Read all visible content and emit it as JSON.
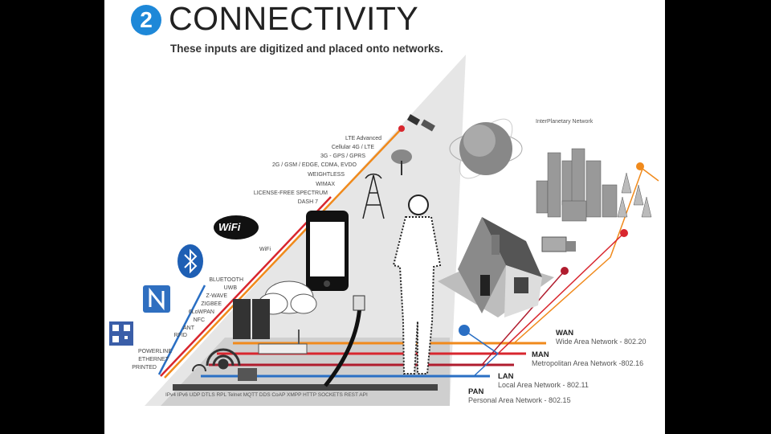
{
  "header": {
    "step_number": "2",
    "title": "CONNECTIVITY",
    "subtitle": "These inputs are digitized and placed onto networks."
  },
  "wireless_labels": [
    "LTE Advanced",
    "Cellular 4G / LTE",
    "3G - GPS / GPRS",
    "2G / GSM / EDGE, CDMA, EVDO",
    "WEIGHTLESS",
    "WIMAX",
    "LICENSE-FREE SPECTRUM",
    "DASH 7"
  ],
  "wifi_label": "WiFi",
  "wifi_logo": "WiFi",
  "short_range_labels": [
    "BLUETOOTH",
    "UWB",
    "Z-WAVE",
    "ZIGBEE",
    "6LoWPAN",
    "NFC",
    "ANT",
    "RFID"
  ],
  "wired_labels": [
    "POWERLINE",
    "ETHERNET",
    "PRINTED"
  ],
  "protocols": "IPv4 IPv6 UDP DTLS RPL Telnet MQTT DDS CoAP XMPP HTTP SOCKETS REST API",
  "interplanetary_label": "InterPlanetary Network",
  "networks": [
    {
      "abbr": "WAN",
      "name": "Wide Area Network - 802.20",
      "color": "#f08a1c"
    },
    {
      "abbr": "MAN",
      "name": "Metropolitan Area Network -802.16",
      "color": "#d8262e"
    },
    {
      "abbr": "LAN",
      "name": "Local Area Network - 802.11",
      "color": "#b01c2e"
    },
    {
      "abbr": "PAN",
      "name": "Personal Area Network - 802.15",
      "color": "#2a6fc4"
    }
  ]
}
